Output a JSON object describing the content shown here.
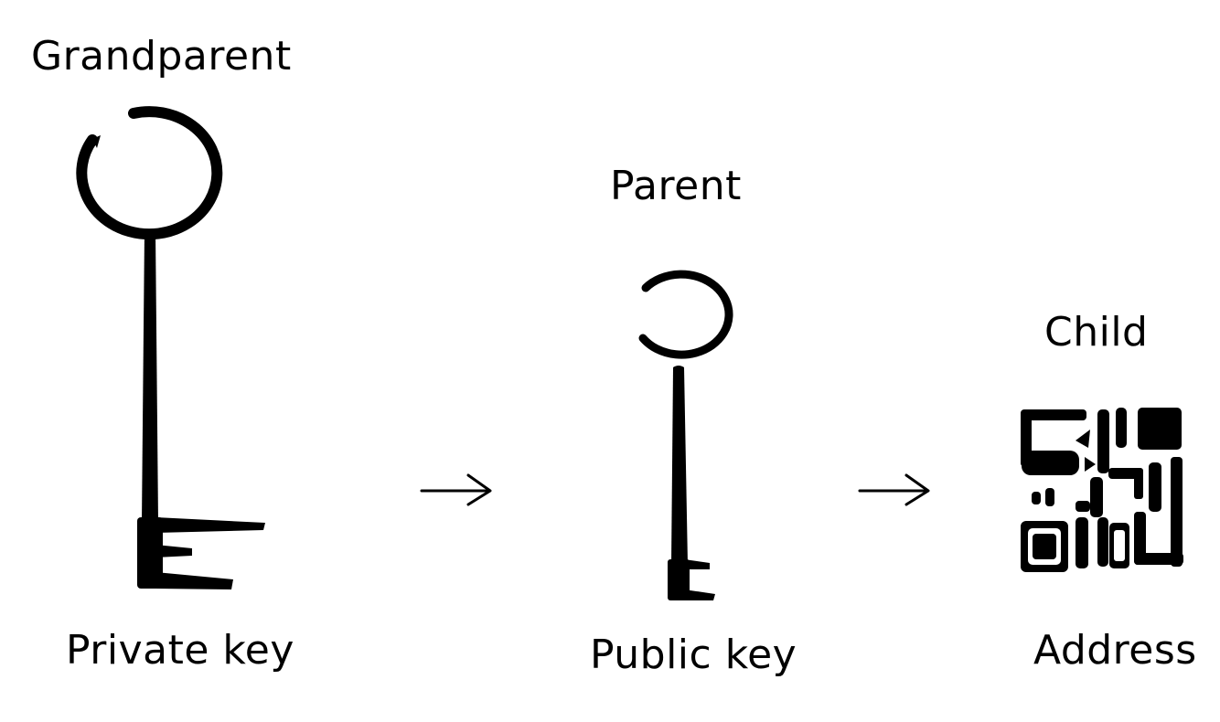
{
  "diagram": {
    "stages": [
      {
        "role": "Grandparent",
        "item": "Private key",
        "icon": "large-key-icon"
      },
      {
        "role": "Parent",
        "item": "Public key",
        "icon": "small-key-icon"
      },
      {
        "role": "Child",
        "item": "Address",
        "icon": "qr-code-icon"
      }
    ],
    "connectors": [
      "right-arrow-icon",
      "right-arrow-icon"
    ],
    "colors": {
      "ink": "#000000",
      "background": "#ffffff"
    }
  }
}
